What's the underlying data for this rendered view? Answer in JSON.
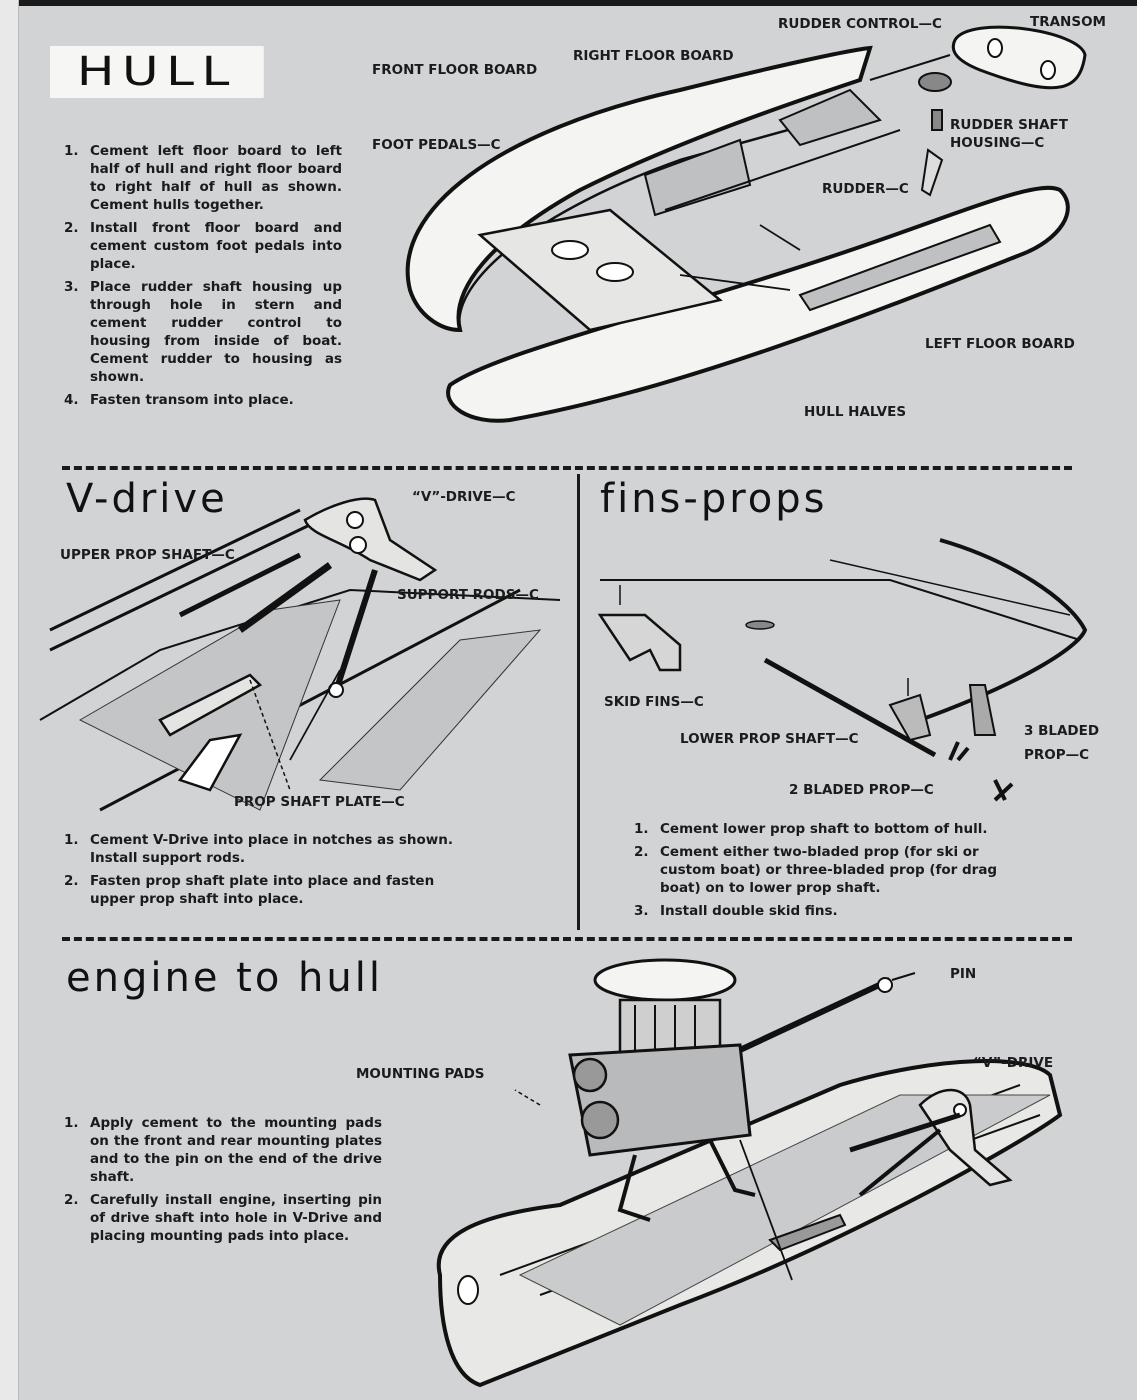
{
  "sections": {
    "hull": {
      "title": "HULL",
      "steps": [
        {
          "num": "1.",
          "text": "Cement left floor board to left half of hull and right floor board to right half of hull as shown. Cement hulls together."
        },
        {
          "num": "2.",
          "text": "Install front floor board and cement custom foot pedals into place."
        },
        {
          "num": "3.",
          "text": "Place rudder shaft housing up through hole in stern and cement rudder control to housing from inside of boat. Cement rudder to housing as shown."
        },
        {
          "num": "4.",
          "text": "Fasten transom into place."
        }
      ],
      "labels": {
        "rudder_control": "RUDDER CONTROL—C",
        "transom": "TRANSOM",
        "right_floor_board": "RIGHT FLOOR BOARD",
        "front_floor_board": "FRONT FLOOR BOARD",
        "rudder_shaft_housing_1": "RUDDER SHAFT",
        "rudder_shaft_housing_2": "HOUSING—C",
        "foot_pedals": "FOOT PEDALS—C",
        "rudder": "RUDDER—C",
        "left_floor_board": "LEFT FLOOR BOARD",
        "hull_halves": "HULL HALVES"
      }
    },
    "vdrive": {
      "title": "V-drive",
      "steps": [
        {
          "num": "1.",
          "text": "Cement V-Drive into place in notches as shown. Install support rods."
        },
        {
          "num": "2.",
          "text": "Fasten prop shaft plate into place and fasten upper prop shaft into place."
        }
      ],
      "labels": {
        "v_drive": "“V”-DRIVE—C",
        "upper_prop_shaft": "UPPER PROP SHAFT—C",
        "support_rods": "SUPPORT RODS—C",
        "prop_shaft_plate": "PROP SHAFT PLATE—C"
      }
    },
    "fins": {
      "title": "fins-props",
      "steps": [
        {
          "num": "1.",
          "text": "Cement lower prop shaft to bottom of hull."
        },
        {
          "num": "2.",
          "text": "Cement either two-bladed prop (for ski or custom boat) or three-bladed prop (for drag boat) on to lower prop shaft."
        },
        {
          "num": "3.",
          "text": "Install double skid fins."
        }
      ],
      "labels": {
        "skid_fins": "SKID FINS—C",
        "lower_prop_shaft": "LOWER PROP SHAFT—C",
        "three_bladed_1": "3 BLADED",
        "three_bladed_2": "PROP—C",
        "two_bladed": "2 BLADED PROP—C"
      }
    },
    "engine": {
      "title": "engine to hull",
      "steps": [
        {
          "num": "1.",
          "text": "Apply cement to the mounting pads on the front and rear mounting plates and to the pin on the end of the drive shaft."
        },
        {
          "num": "2.",
          "text": "Carefully install engine, inserting pin of drive shaft into hole in V-Drive and placing mounting pads into place."
        }
      ],
      "labels": {
        "pin": "PIN",
        "mounting_pads": "MOUNTING PADS",
        "v_drive": "“V”-DRIVE"
      }
    }
  }
}
